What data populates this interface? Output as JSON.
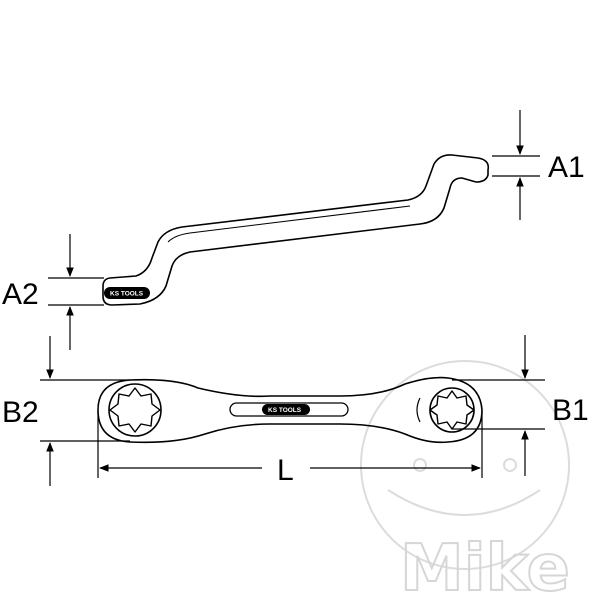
{
  "dimensions": {
    "a1": "A1",
    "a2": "A2",
    "b1": "B1",
    "b2": "B2",
    "l": "L"
  },
  "logo": {
    "brand_text": "KS TOOLS"
  },
  "watermark": {
    "text": "Mike"
  },
  "colors": {
    "line": "#000000",
    "watermark": "#d6d6d6",
    "logo_fill": "#000000"
  }
}
